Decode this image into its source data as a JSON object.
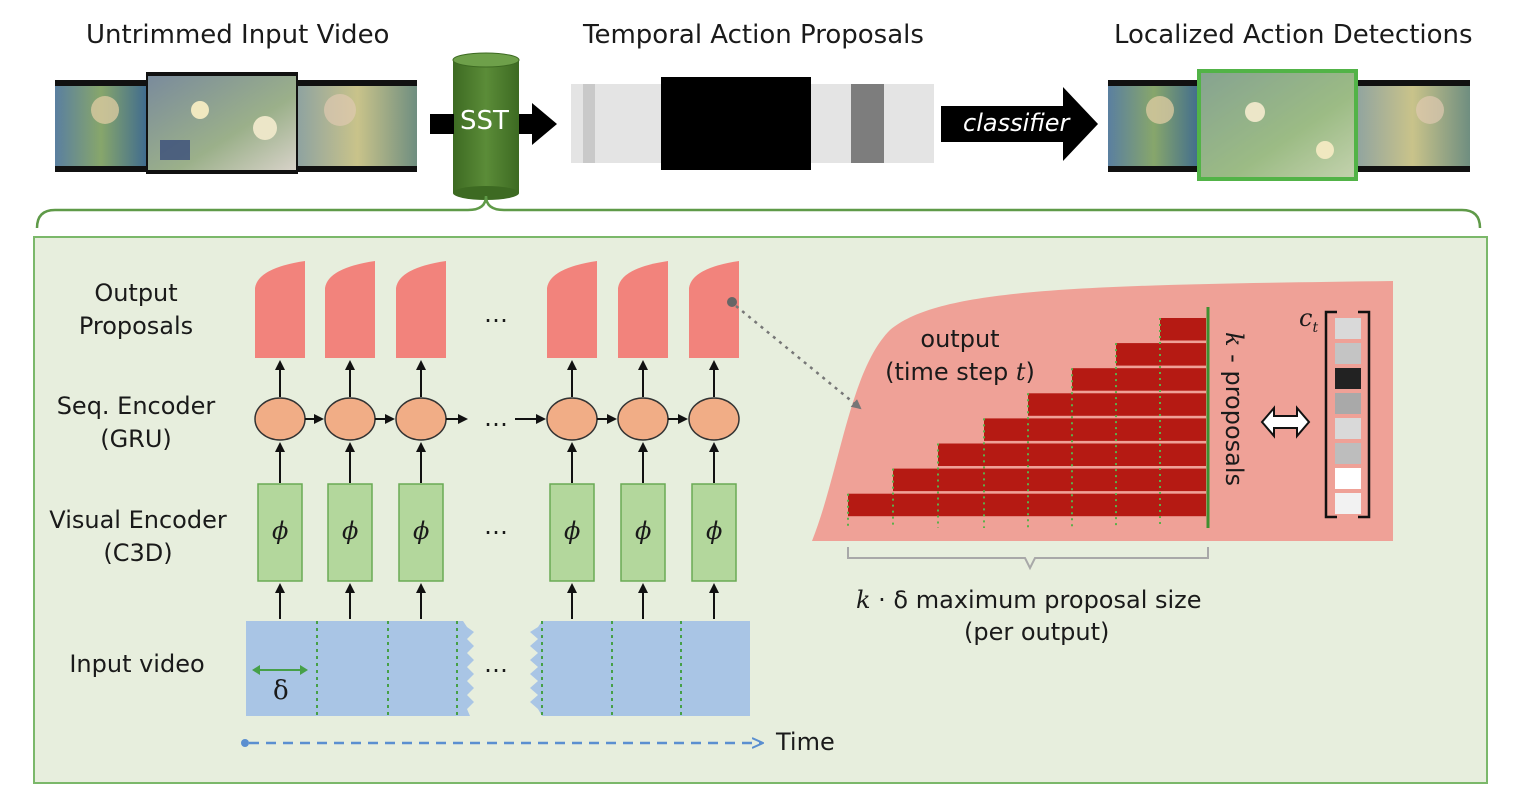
{
  "top": {
    "input_title": "Untrimmed Input Video",
    "proposals_title": "Temporal Action Proposals",
    "detections_title": "Localized Action Detections",
    "sst_label": "SST",
    "classifier_label": "classifier"
  },
  "rows": {
    "output_l1": "Output",
    "output_l2": "Proposals",
    "seq_l1": "Seq. Encoder",
    "seq_l2": "(GRU)",
    "visual_l1": "Visual Encoder",
    "visual_l2": "(C3D)",
    "input": "Input video"
  },
  "symbols": {
    "phi": "ϕ",
    "delta": "δ",
    "ellipsis": "…"
  },
  "time_label": "Time",
  "zoom": {
    "output_l1": "output",
    "output_l2_prefix": "(time step ",
    "output_l2_var": "t",
    "output_l2_suffix": ")",
    "k_proposals_k": "k",
    "k_proposals_rest": " - proposals",
    "ct_c": "c",
    "ct_sub": "t",
    "size_var_k": "k",
    "size_dot_delta": " · δ",
    "size_rest": " maximum proposal size",
    "size_l2": "(per output)"
  },
  "colors": {
    "panel_bg": "#e7eedd",
    "panel_border": "#7bb86a",
    "output_red": "#f2837c",
    "gru_orange": "#f1ad86",
    "phi_green": "#b3d79c",
    "input_blue": "#a9c5e5",
    "proposal_dark_red": "#b51a13",
    "sst_green": "#4a7b2b"
  },
  "score_cells": [
    "#d9d9d9",
    "#c4c4c4",
    "#222222",
    "#a9a9a9",
    "#d9d9d9",
    "#bdbdbd",
    "#ffffff",
    "#f2f2f2"
  ]
}
